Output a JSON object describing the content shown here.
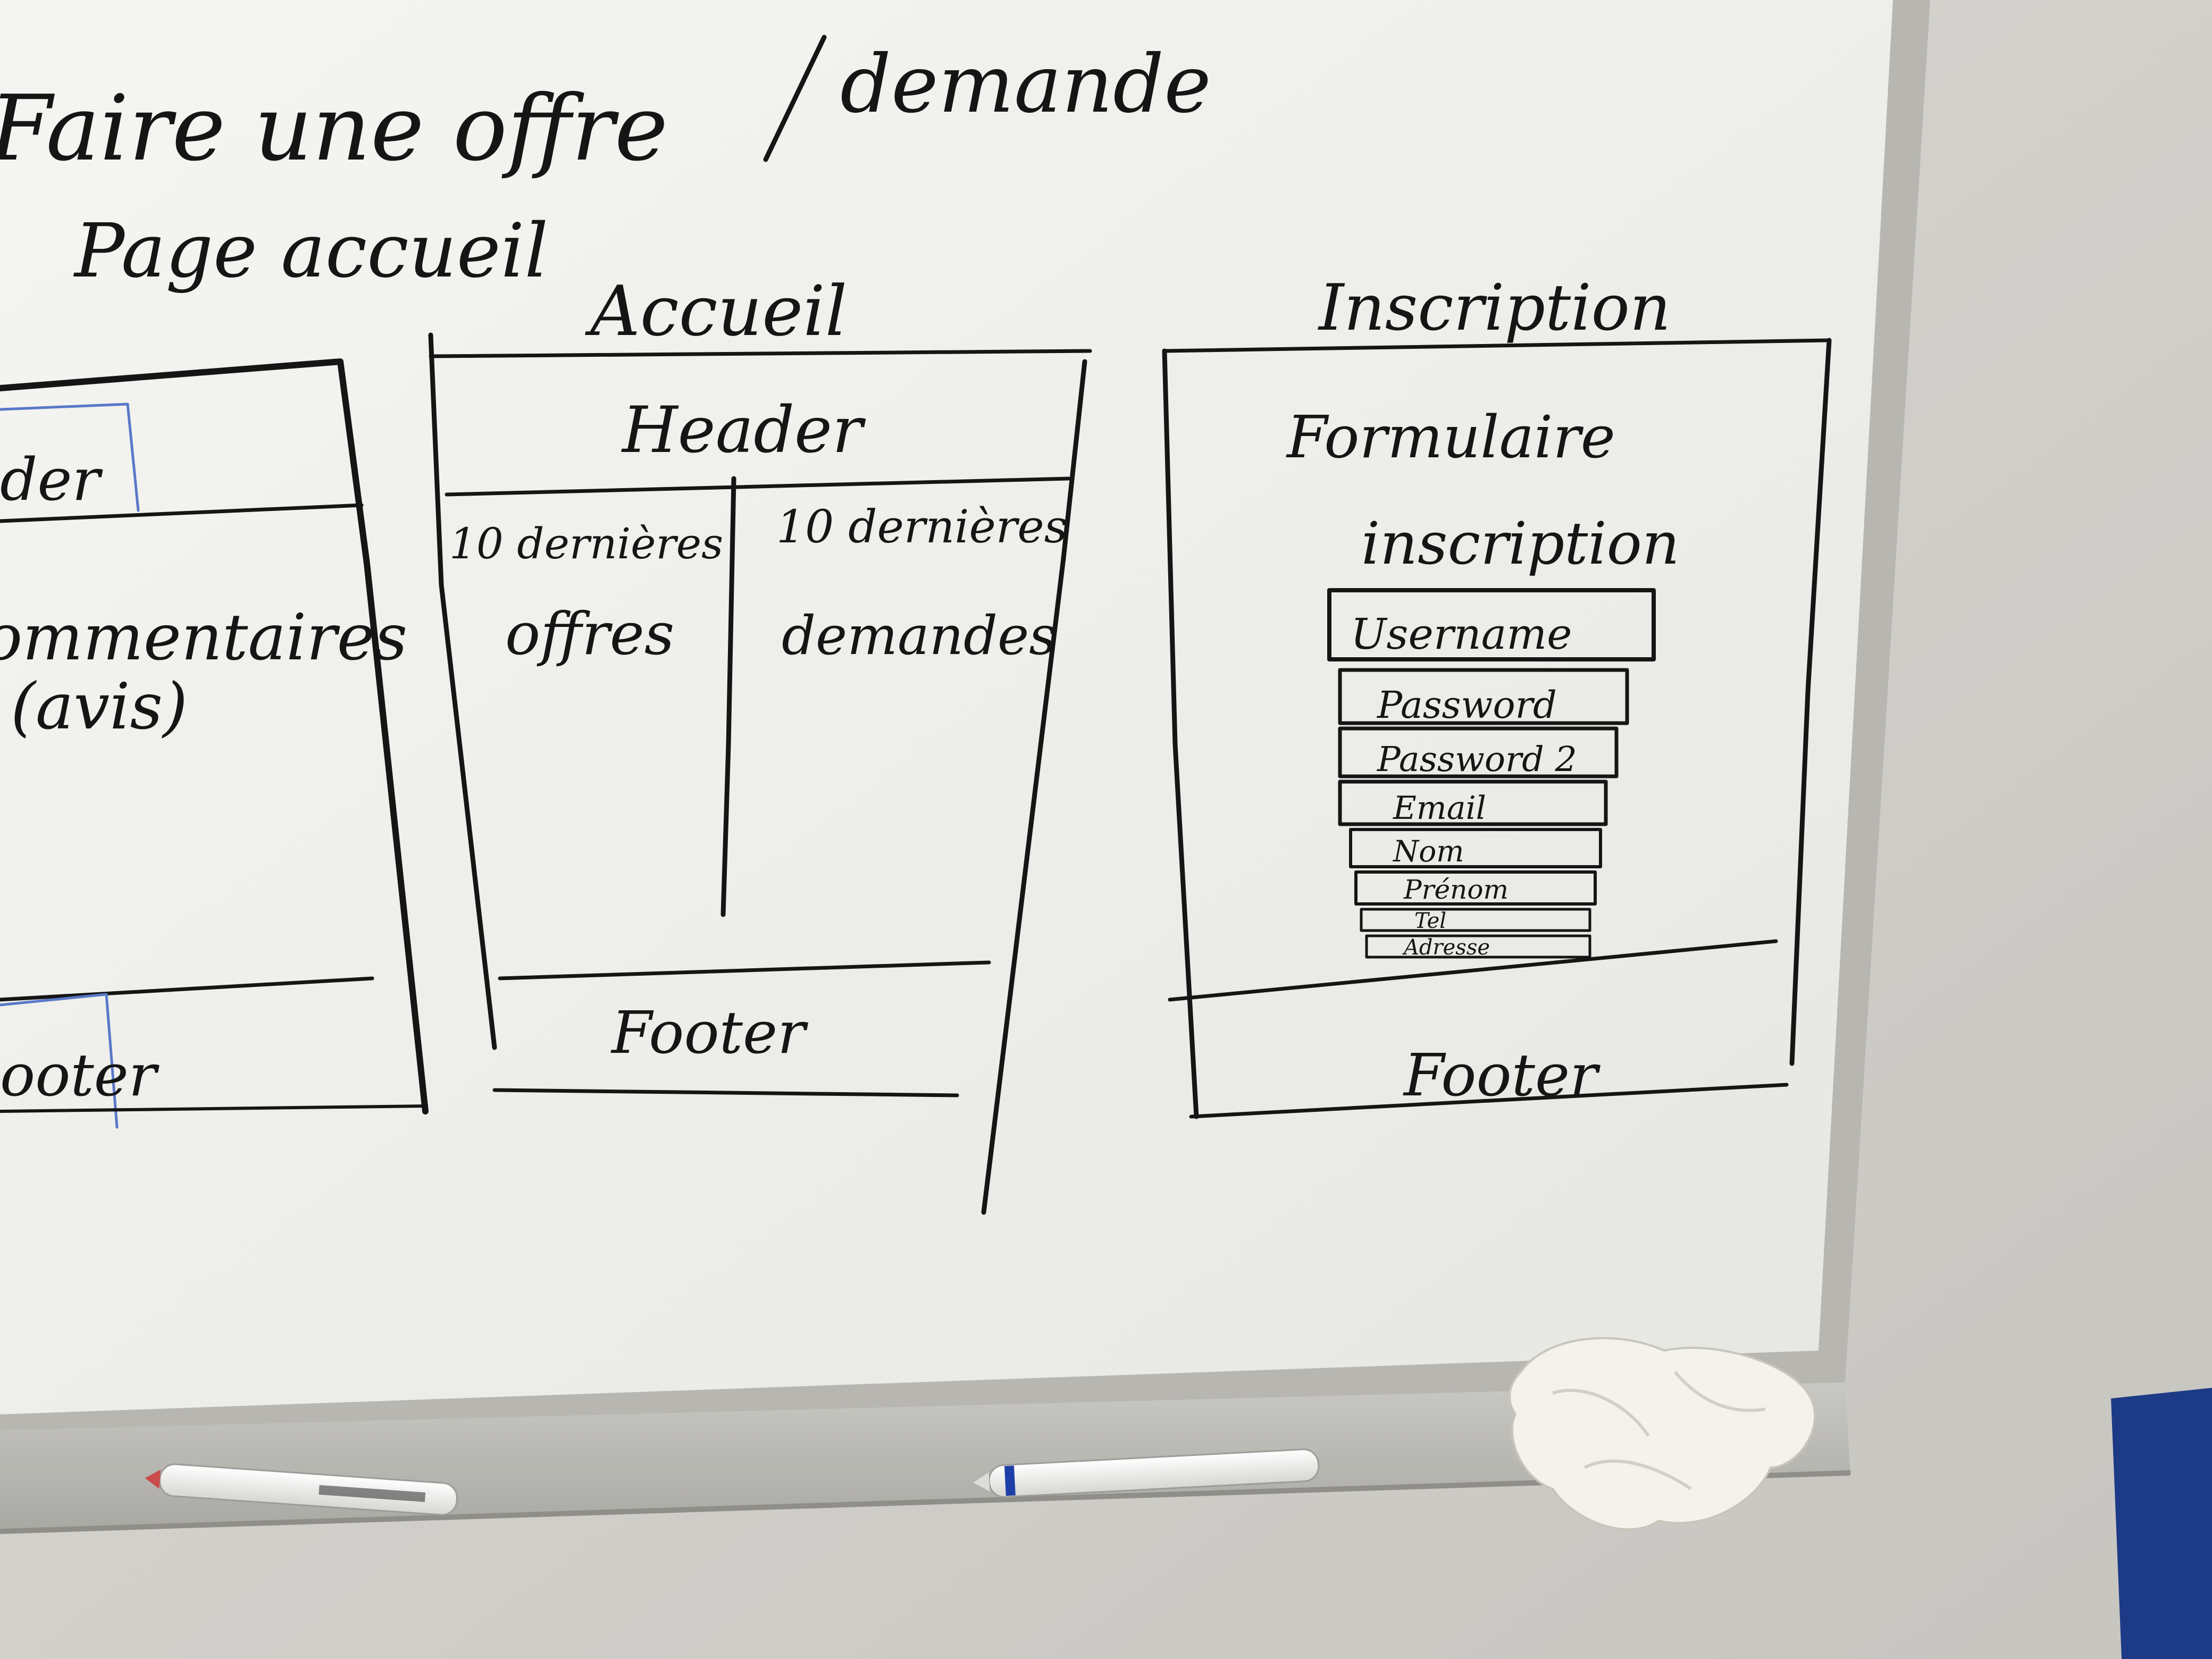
{
  "colors": {
    "wall": "#d3d1cc",
    "board_surface": "#f3f3f0",
    "board_frame": "#b9b9b4",
    "marker_ink": "#151515",
    "blue_ink": "#5a78c8",
    "pen_cap_blue": "#1f3fa8",
    "cloth": "#f4f2ec",
    "blue_object": "#1d3a86"
  },
  "whiteboard": {
    "heading": {
      "line1_part1": "Faire une offre",
      "line1_part2": "demande",
      "line2": "Page accueil"
    },
    "left_sketch": {
      "header_fragment": "der",
      "comments": "ommentaires",
      "comments_sub": "(avis)",
      "footer_fragment": "ooter"
    },
    "accueil_sketch": {
      "title": "Accueil",
      "header": "Header",
      "col_left_line1": "10 dernières",
      "col_left_line2": "offres",
      "col_right_line1": "10 dernières",
      "col_right_line2": "demandes",
      "footer": "Footer"
    },
    "inscription_sketch": {
      "title": "Inscription",
      "form_title_line1": "Formulaire",
      "form_title_line2": "inscription",
      "fields": [
        "Username",
        "Password",
        "Password 2",
        "Email",
        "Nom",
        "Prénom",
        "Tel",
        "Adresse"
      ],
      "footer": "Footer"
    }
  },
  "objects": {
    "markers": [
      "white-marker-left",
      "white-marker-right"
    ],
    "tissue": "crumpled-tissue",
    "blue_item": "blue-object"
  }
}
